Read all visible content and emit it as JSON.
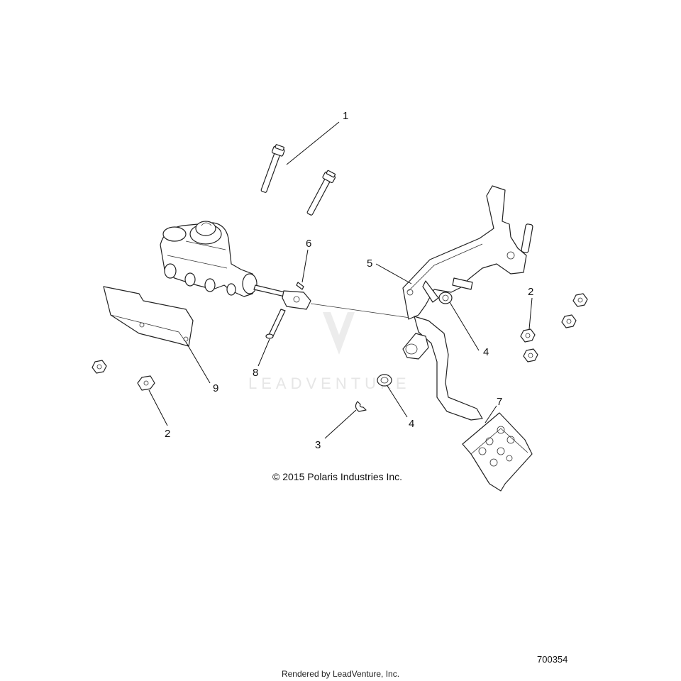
{
  "diagram": {
    "copyright": "© 2015 Polaris Industries Inc.",
    "diagram_number": "700354",
    "rendered_by": "Rendered by LeadVenture, Inc.",
    "watermark": "LEADVENTURE",
    "callouts": {
      "c1": "1",
      "c2a": "2",
      "c2b": "2",
      "c3": "3",
      "c4a": "4",
      "c4b": "4",
      "c5": "5",
      "c6": "6",
      "c7": "7",
      "c8": "8",
      "c9": "9"
    }
  }
}
